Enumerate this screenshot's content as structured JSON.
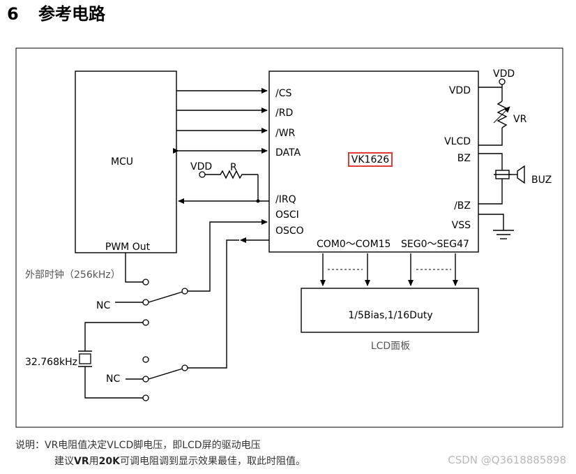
{
  "section": {
    "number": "6",
    "title": "参考电路"
  },
  "diagram": {
    "mcu": {
      "label": "MCU",
      "pwm": "PWM Out"
    },
    "chip": {
      "name": "VK1626",
      "pins_left": [
        "/CS",
        "/RD",
        "/WR",
        "DATA",
        "/IRQ",
        "OSCI",
        "OSCO"
      ],
      "pins_right": [
        "VDD",
        "VLCD",
        "BZ",
        "/BZ",
        "VSS"
      ],
      "bottom_com": "COM0～COM15",
      "bottom_seg": "SEG0～SEG47"
    },
    "pullup": {
      "vdd": "VDD",
      "r": "R"
    },
    "vdd_top": "VDD",
    "vr": "VR",
    "buz": "BUZ",
    "lcd": {
      "inner": "1/5Bias,1/16Duty",
      "caption": "LCD面板"
    },
    "ext_clock": "外部时钟（256kHz）",
    "nc": "NC",
    "crystal": "32.768kHz",
    "colors": {
      "chip_border": "#e53935",
      "line": "#000000"
    }
  },
  "notes": {
    "prefix": "说明：",
    "line1": "VR电阻值决定VLCD脚电压，即LCD屏的驱动电压",
    "line2_a": "建议",
    "line2_vr": "VR",
    "line2_b": "用",
    "line2_20k": "20K",
    "line2_c": "可调电阻调到显示效果最佳，取此时阻值。"
  },
  "watermark": "CSDN @Q3618885898"
}
